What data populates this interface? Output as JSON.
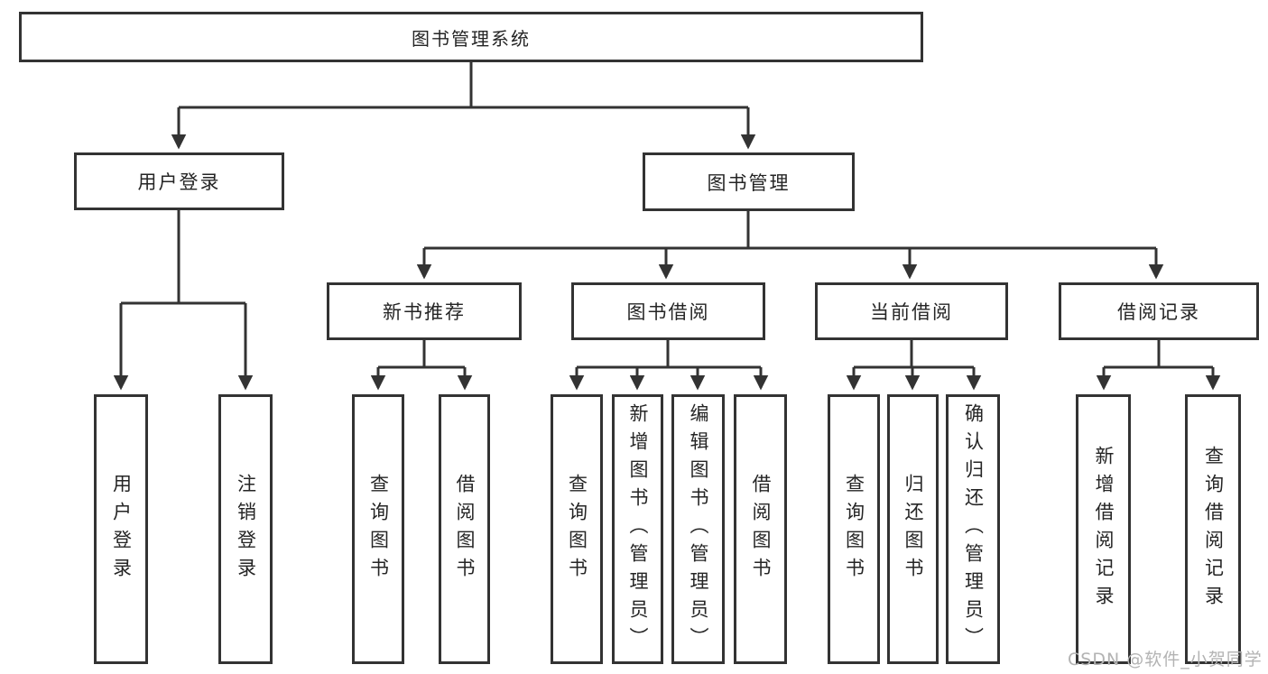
{
  "diagram_type": "hierarchy-tree",
  "colors": {
    "line": "#333333",
    "box_border": "#333333",
    "box_fill": "#ffffff",
    "text": "#252525",
    "watermark": "#b3b3b3"
  },
  "tree": {
    "root": "图书管理系统",
    "children": [
      {
        "label": "用户登录",
        "children": [
          {
            "label": "用户登录"
          },
          {
            "label": "注销登录"
          }
        ]
      },
      {
        "label": "图书管理",
        "children": [
          {
            "label": "新书推荐",
            "children": [
              {
                "label": "查询图书"
              },
              {
                "label": "借阅图书"
              }
            ]
          },
          {
            "label": "图书借阅",
            "children": [
              {
                "label": "查询图书"
              },
              {
                "label": "新增图书（管理员）"
              },
              {
                "label": "编辑图书（管理员）"
              },
              {
                "label": "借阅图书"
              }
            ]
          },
          {
            "label": "当前借阅",
            "children": [
              {
                "label": "查询图书"
              },
              {
                "label": "归还图书"
              },
              {
                "label": "确认归还（管理员）"
              }
            ]
          },
          {
            "label": "借阅记录",
            "children": [
              {
                "label": "新增借阅记录"
              },
              {
                "label": "查询借阅记录"
              }
            ]
          }
        ]
      }
    ]
  },
  "watermark": {
    "text": "CSDN @软件_小贺同学"
  }
}
